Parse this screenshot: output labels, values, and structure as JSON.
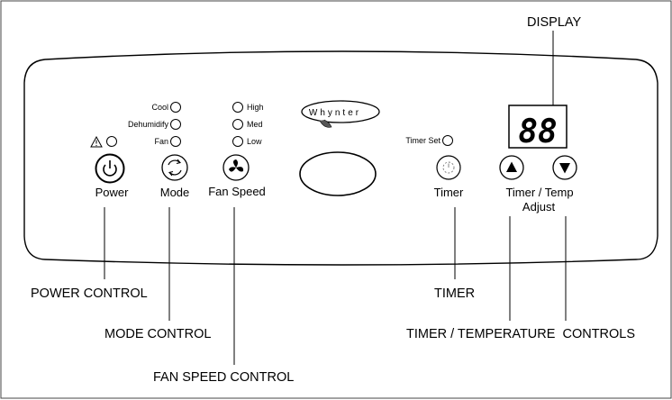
{
  "callouts": {
    "display": "DISPLAY",
    "power_control": "POWER CONTROL",
    "mode_control": "MODE CONTROL",
    "fan_speed_control": "FAN SPEED CONTROL",
    "timer": "TIMER",
    "timer_temp_controls": "TIMER / TEMPERATURE  CONTROLS"
  },
  "panel": {
    "brand": "Whynter",
    "display_value": "88",
    "mode_indicators": [
      "Cool",
      "Dehumidify",
      "Fan"
    ],
    "fan_indicators": [
      "High",
      "Med",
      "Low"
    ],
    "timer_indicator": "Timer Set",
    "warning_icon": "warning-icon",
    "buttons": {
      "power": "Power",
      "mode": "Mode",
      "fan_speed": "Fan Speed",
      "timer": "Timer",
      "timer_temp_line1": "Timer / Temp",
      "timer_temp_line2": "Adjust"
    },
    "icons": {
      "power": "power-icon",
      "mode": "cycle-icon",
      "fan_speed": "fan-icon",
      "timer": "timer-icon",
      "up": "triangle-up-icon",
      "down": "triangle-down-icon"
    }
  }
}
